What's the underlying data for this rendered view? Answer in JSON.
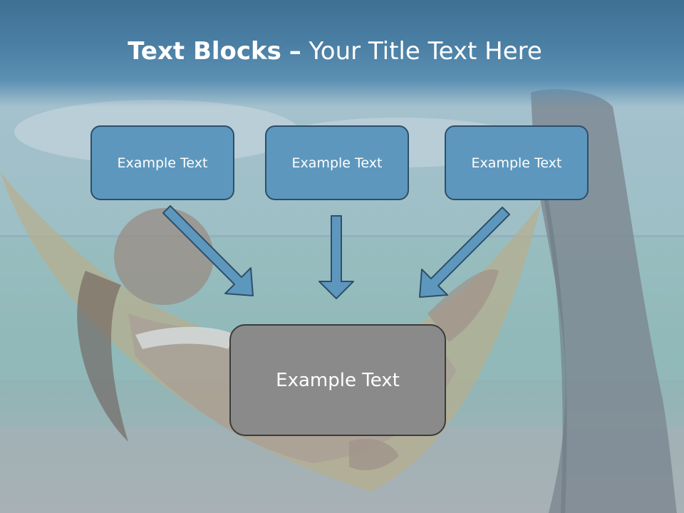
{
  "slide": {
    "title_bold": "Text Blocks",
    "title_separator": "–",
    "title_rest": "Your Title Text Here"
  },
  "blocks": {
    "top": [
      {
        "label": "Example Text"
      },
      {
        "label": "Example Text"
      },
      {
        "label": "Example Text"
      }
    ],
    "main": {
      "label": "Example Text"
    }
  },
  "colors": {
    "header": "#4a7ea3",
    "top_box_fill": "#5e97bd",
    "top_box_border": "#2d4f69",
    "main_box_fill": "#8a8a8a",
    "main_box_border": "#3b3b3b",
    "arrow_fill": "#5e97bd",
    "arrow_stroke": "#2d4f69"
  },
  "background": {
    "scene": "beach-hammock-photo"
  }
}
